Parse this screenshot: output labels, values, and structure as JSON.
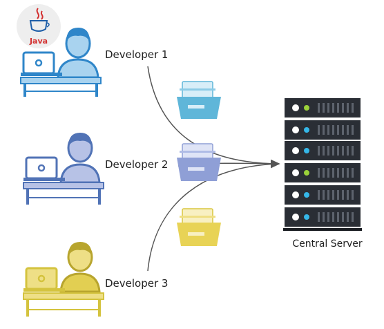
{
  "developers": [
    {
      "label": "Developer 1",
      "color": "#2f86c9"
    },
    {
      "label": "Developer 2",
      "color": "#5173b6"
    },
    {
      "label": "Developer 3",
      "color": "#d4c33e"
    }
  ],
  "java_logo": {
    "text": "Java",
    "color": "#d32f2f"
  },
  "server": {
    "label": "Central Server",
    "color": "#2a2e35"
  },
  "folder_colors": [
    "#5fb6d9",
    "#8f9fd6",
    "#e8d356"
  ]
}
